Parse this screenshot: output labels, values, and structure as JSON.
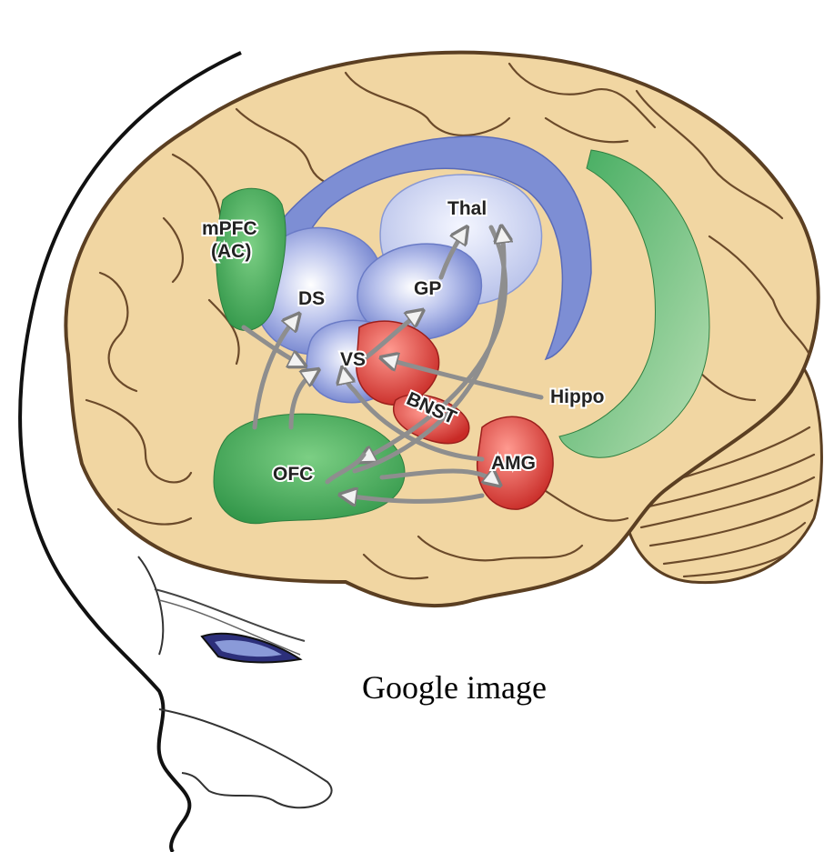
{
  "figure": {
    "colors": {
      "brain": "#f1d6a2",
      "brain_outline": "#5b3f22",
      "blue_region": "#8b9ad6",
      "green_region": "#3fa35a",
      "red_region": "#d6403b",
      "arrow": "#9a9a9a"
    },
    "labels": {
      "mpfc_line1": "mPFC",
      "mpfc_line2": "(AC)",
      "ds": "DS",
      "thal": "Thal",
      "gp": "GP",
      "vs": "VS",
      "bnst": "BNST",
      "hippo": "Hippo",
      "ofc": "OFC",
      "amg": "AMG"
    }
  },
  "caption": "Google image"
}
